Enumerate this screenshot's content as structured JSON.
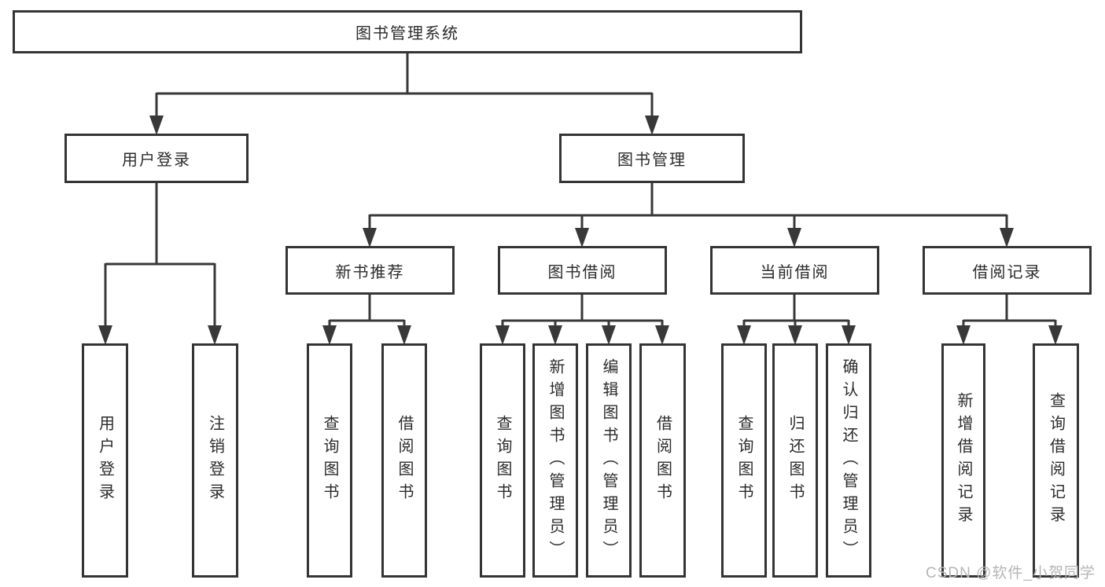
{
  "diagram": {
    "title": "图书管理系统",
    "root": "图书管理系统",
    "branches": [
      {
        "label": "用户登录",
        "children": [
          "用户登录",
          "注销登录"
        ]
      },
      {
        "label": "图书管理",
        "sections": [
          {
            "label": "新书推荐",
            "children": [
              "查询图书",
              "借阅图书"
            ]
          },
          {
            "label": "图书借阅",
            "children": [
              "查询图书",
              "新增图书（管理员）",
              "编辑图书（管理员）",
              "借阅图书"
            ]
          },
          {
            "label": "当前借阅",
            "children": [
              "查询图书",
              "归还图书",
              "确认归还（管理员）"
            ]
          },
          {
            "label": "借阅记录",
            "children": [
              "新增借阅记录",
              "查询借阅记录"
            ]
          }
        ]
      }
    ]
  },
  "watermark": {
    "text": "CSDN @软件_小贺同学"
  },
  "colors": {
    "background": "#ffffff",
    "box_fill": "#ffffff",
    "box_border": "#343434",
    "line": "#383838",
    "text": "#2b2b2b",
    "watermark": "#b5b5b5"
  }
}
